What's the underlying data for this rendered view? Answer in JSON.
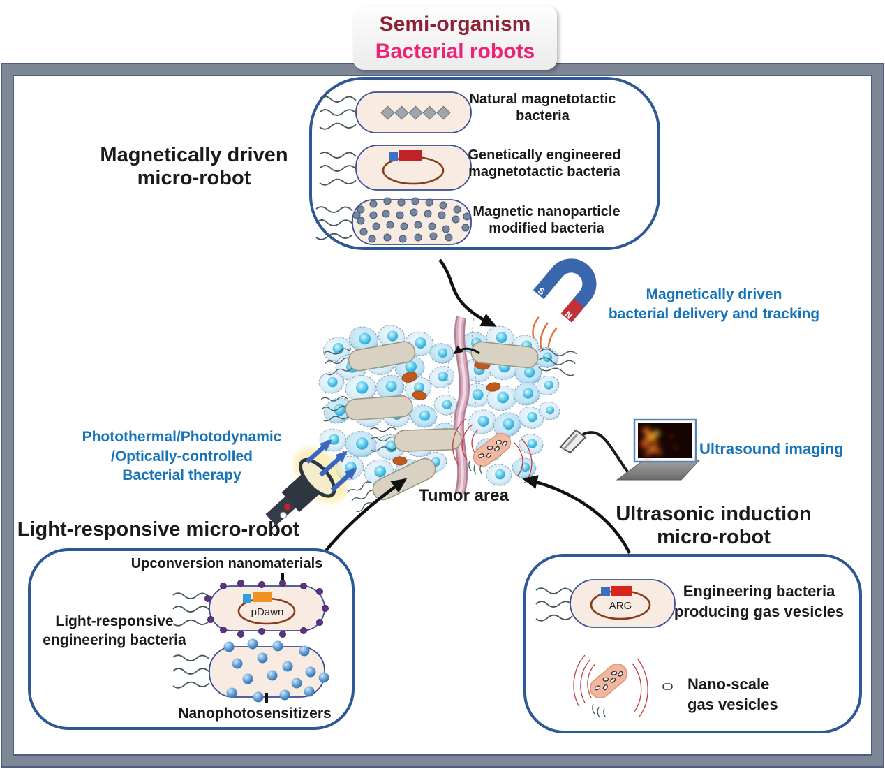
{
  "colors": {
    "accent_blue": "#1673b8",
    "title_dark_red": "#8e2135",
    "title_pink": "#ec2277",
    "capsule_border": "#2d5894",
    "frame_gray": "#7d8795"
  },
  "title": {
    "line1": "Semi-organism",
    "line2": "Bacterial robots"
  },
  "magnetic_section": {
    "heading": "Magnetically driven\nmicro-robot",
    "items": [
      {
        "label": "Natural magnetotactic\nbacteria"
      },
      {
        "label": "Genetically engineered\nmagnetotactic bacteria"
      },
      {
        "label": "Magnetic nanoparticle\nmodified bacteria"
      }
    ],
    "annotation": "Magnetically driven\nbacterial delivery and tracking",
    "magnet_pole_s": "S",
    "magnet_pole_n": "N"
  },
  "center": {
    "tumor_label": "Tumor area",
    "ultrasound_label": "Ultrasound imaging",
    "light_annotation": "Photothermal/Photodynamic\n/Optically-controlled\nBacterial therapy"
  },
  "light_section": {
    "heading": "Light-responsive micro-robot",
    "upconversion_label": "Upconversion nanomaterials",
    "bacteria_label": "Light-responsive\nengineering bacteria",
    "plasmid_label": "pDawn",
    "nanosensitizer_label": "Nanophotosensitizers"
  },
  "ultrasonic_section": {
    "heading": "Ultrasonic induction\nmicro-robot",
    "bacteria_label": "Engineering bacteria\nproducing gas vesicles",
    "plasmid_label": "ARG",
    "vesicle_label": "Nano-scale\ngas vesicles"
  }
}
